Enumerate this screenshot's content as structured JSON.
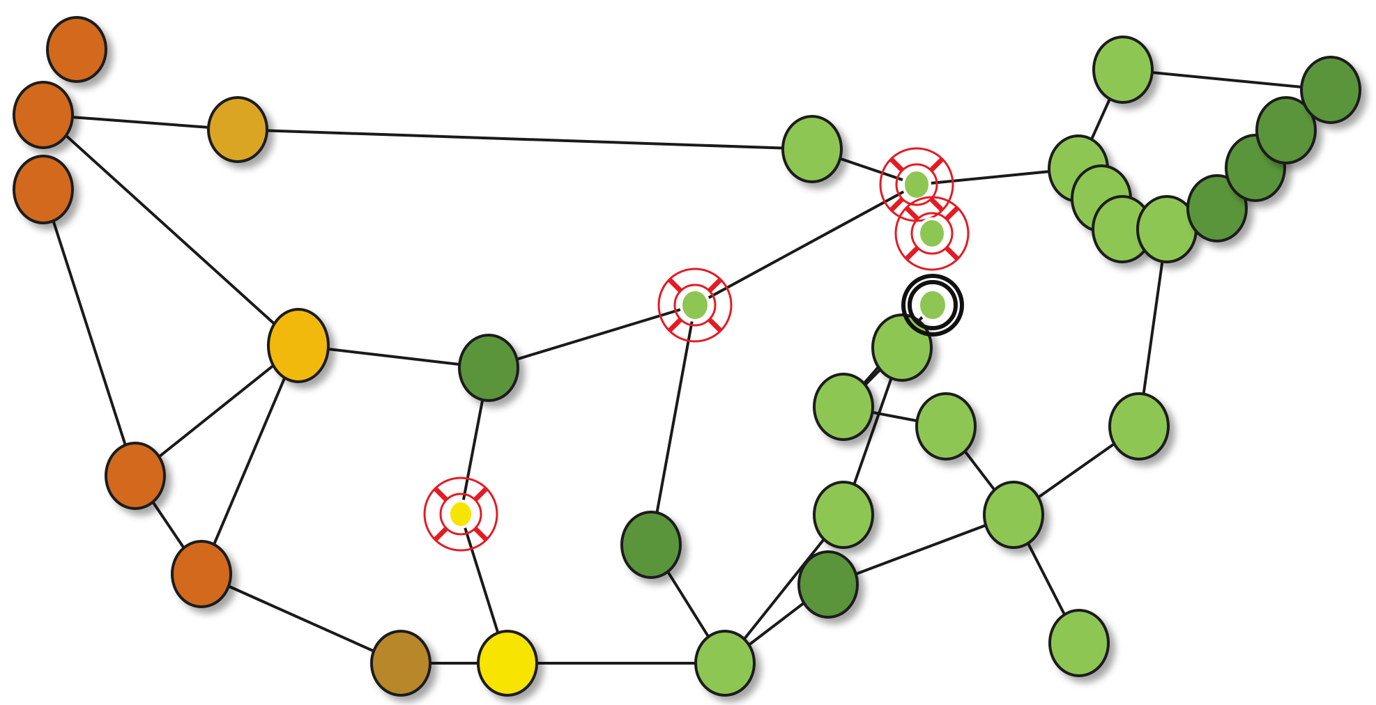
{
  "colors": {
    "orange": "#D2691E",
    "gold": "#DAA520",
    "amber": "#F2B90F",
    "bronze": "#B8872A",
    "yellow": "#F7E400",
    "light_green": "#8EC653",
    "dark_green": "#5A953A",
    "outline": "#1a1a1a",
    "marker_red": "#E31B23"
  },
  "nodes": [
    {
      "id": "n1",
      "color": "orange"
    },
    {
      "id": "n2",
      "color": "orange"
    },
    {
      "id": "n3",
      "color": "orange"
    },
    {
      "id": "n4",
      "color": "gold"
    },
    {
      "id": "n5",
      "color": "amber"
    },
    {
      "id": "n6",
      "color": "orange"
    },
    {
      "id": "n7",
      "color": "orange"
    },
    {
      "id": "n8",
      "color": "bronze"
    },
    {
      "id": "n9",
      "color": "yellow"
    },
    {
      "id": "n10",
      "color": "yellow",
      "marker": "lifebuoy"
    },
    {
      "id": "n11",
      "color": "dark_green"
    },
    {
      "id": "n12",
      "color": "light_green",
      "marker": "lifebuoy"
    },
    {
      "id": "n13",
      "color": "dark_green"
    },
    {
      "id": "n14",
      "color": "light_green"
    },
    {
      "id": "n15",
      "color": "light_green"
    },
    {
      "id": "n16",
      "color": "light_green",
      "marker": "lifebuoy"
    },
    {
      "id": "n17",
      "color": "light_green",
      "marker": "lifebuoy"
    },
    {
      "id": "n18",
      "color": "light_green"
    },
    {
      "id": "n19",
      "color": "light_green",
      "marker": "target"
    },
    {
      "id": "n20",
      "color": "light_green"
    },
    {
      "id": "n21",
      "color": "light_green"
    },
    {
      "id": "n22",
      "color": "light_green"
    },
    {
      "id": "n23",
      "color": "dark_green"
    },
    {
      "id": "n24",
      "color": "light_green"
    },
    {
      "id": "n25",
      "color": "light_green"
    },
    {
      "id": "n26",
      "color": "light_green"
    },
    {
      "id": "n27",
      "color": "light_green"
    },
    {
      "id": "n28",
      "color": "light_green"
    },
    {
      "id": "n29",
      "color": "light_green"
    },
    {
      "id": "n30",
      "color": "light_green"
    },
    {
      "id": "n31",
      "color": "dark_green"
    },
    {
      "id": "n32",
      "color": "dark_green"
    },
    {
      "id": "n33",
      "color": "dark_green"
    },
    {
      "id": "n34",
      "color": "dark_green"
    },
    {
      "id": "n35",
      "color": "light_green"
    }
  ],
  "edges": [
    [
      "n2",
      "n4"
    ],
    [
      "n4",
      "n15"
    ],
    [
      "n2",
      "n5"
    ],
    [
      "n3",
      "n6"
    ],
    [
      "n6",
      "n5"
    ],
    [
      "n6",
      "n7"
    ],
    [
      "n7",
      "n5"
    ],
    [
      "n7",
      "n8"
    ],
    [
      "n8",
      "n9"
    ],
    [
      "n9",
      "n14"
    ],
    [
      "n10",
      "n11"
    ],
    [
      "n10",
      "n9"
    ],
    [
      "n5",
      "n11"
    ],
    [
      "n11",
      "n12"
    ],
    [
      "n12",
      "n16"
    ],
    [
      "n12",
      "n13"
    ],
    [
      "n13",
      "n14"
    ],
    [
      "n14",
      "n22"
    ],
    [
      "n14",
      "n23"
    ],
    [
      "n15",
      "n16"
    ],
    [
      "n16",
      "n26"
    ],
    [
      "n18",
      "n20"
    ],
    [
      "n20",
      "n22"
    ],
    [
      "n18",
      "n21"
    ],
    [
      "n19",
      "n18"
    ],
    [
      "n21",
      "n24"
    ],
    [
      "n23",
      "n24"
    ],
    [
      "n24",
      "n25"
    ],
    [
      "n24",
      "n30"
    ],
    [
      "n30",
      "n29"
    ],
    [
      "n26",
      "n35"
    ],
    [
      "n35",
      "n34"
    ]
  ]
}
